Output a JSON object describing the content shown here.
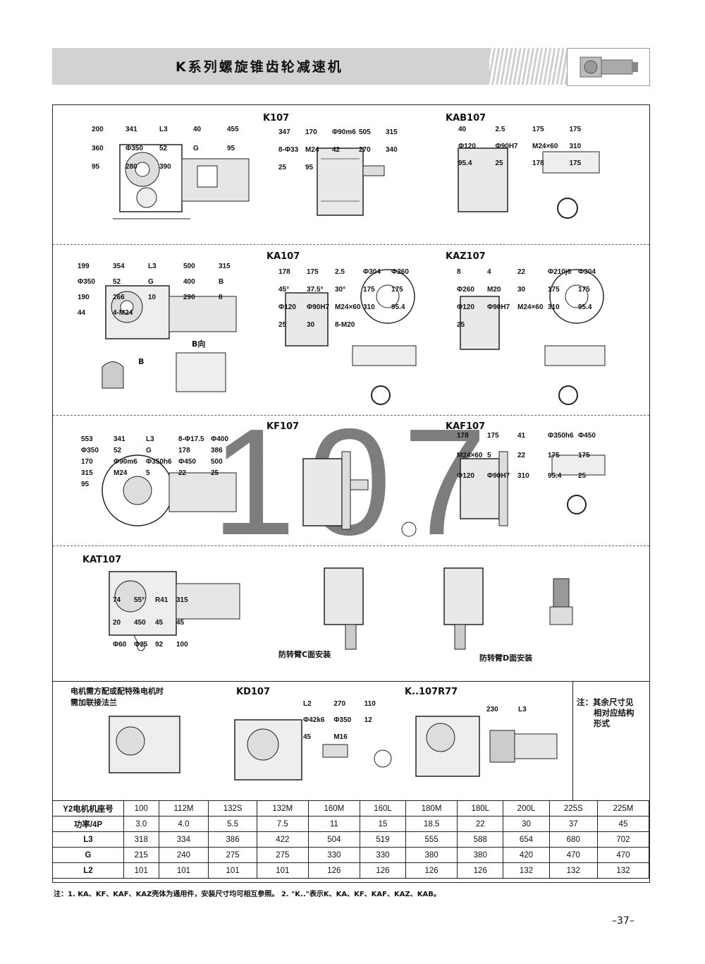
{
  "header": {
    "title": "K系列螺旋锥齿轮减速机"
  },
  "watermark": "107",
  "models": {
    "k107": "K107",
    "kab107": "KAB107",
    "ka107": "KA107",
    "kaz107": "KAZ107",
    "kf107": "KF107",
    "kaf107": "KAF107",
    "kat107": "KAT107",
    "kd107": "KD107",
    "k107r77": "K..107R77"
  },
  "labels": {
    "b_dir": "B向",
    "b": "B",
    "c_mount": "防转臂C面安装",
    "d_mount": "防转臂D面安装",
    "flange_note": [
      "电机需方配或配特殊电机时",
      "需加联接法兰"
    ],
    "side_note": [
      "注：其余尺寸见",
      "相对应结构",
      "形式"
    ]
  },
  "dims": {
    "k107": [
      "200",
      "341",
      "L3",
      "40",
      "455",
      "360",
      "Φ350",
      "52",
      "G",
      "95",
      "95",
      "280",
      "390"
    ],
    "k107_side": [
      "347",
      "170",
      "Φ90m6",
      "505",
      "315",
      "8-Φ33",
      "M24",
      "42",
      "270",
      "340",
      "25",
      "95"
    ],
    "kab107": [
      "40",
      "2.5",
      "175",
      "175",
      "Φ120",
      "Φ90H7",
      "M24×60",
      "310",
      "95.4",
      "25",
      "178",
      "175"
    ],
    "ka107": [
      "199",
      "354",
      "L3",
      "500",
      "315",
      "Φ350",
      "52",
      "G",
      "400",
      "B",
      "190",
      "266",
      "10",
      "290",
      "8",
      "44",
      "4-M24"
    ],
    "ka107_side": [
      "178",
      "175",
      "2.5",
      "Φ304",
      "Φ260",
      "45°",
      "37.5°",
      "30°",
      "175",
      "175",
      "Φ120",
      "Φ90H7",
      "M24×60",
      "310",
      "95.4",
      "25",
      "30",
      "8-M20"
    ],
    "kaz107": [
      "8",
      "4",
      "22",
      "Φ210j6",
      "Φ304",
      "Φ260",
      "M20",
      "30",
      "175",
      "175",
      "Φ120",
      "Φ90H7",
      "M24×60",
      "310",
      "95.4",
      "25"
    ],
    "kf107": [
      "553",
      "341",
      "L3",
      "8-Φ17.5",
      "Φ400",
      "Φ350",
      "52",
      "G",
      "178",
      "386",
      "170",
      "Φ90m6",
      "Φ350h6",
      "Φ450",
      "500",
      "315",
      "M24",
      "5",
      "22",
      "25",
      "95"
    ],
    "kaf107": [
      "178",
      "175",
      "41",
      "Φ350h6",
      "Φ450",
      "M24×60",
      "5",
      "22",
      "175",
      "175",
      "Φ120",
      "Φ90H7",
      "310",
      "95.4",
      "25"
    ],
    "kat107": [
      "74",
      "55°",
      "R41",
      "315",
      "20",
      "450",
      "45",
      "45",
      "Φ60",
      "Φ25",
      "92",
      "100"
    ],
    "kd107": [
      "L2",
      "270",
      "110",
      "Φ42k6",
      "Φ350",
      "12",
      "45",
      "M16"
    ],
    "k107r77": [
      "230",
      "L3"
    ]
  },
  "table": {
    "rows": [
      {
        "head": "Y2电机机座号",
        "cells": [
          "100",
          "112M",
          "132S",
          "132M",
          "160M",
          "160L",
          "180M",
          "180L",
          "200L",
          "225S",
          "225M"
        ]
      },
      {
        "head": "功率/4P",
        "cells": [
          "3.0",
          "4.0",
          "5.5",
          "7.5",
          "11",
          "15",
          "18.5",
          "22",
          "30",
          "37",
          "45"
        ]
      },
      {
        "head": "L3",
        "cells": [
          "318",
          "334",
          "386",
          "422",
          "504",
          "519",
          "555",
          "588",
          "654",
          "680",
          "702"
        ]
      },
      {
        "head": "G",
        "cells": [
          "215",
          "240",
          "275",
          "275",
          "330",
          "330",
          "380",
          "380",
          "420",
          "470",
          "470"
        ]
      },
      {
        "head": "L2",
        "cells": [
          "101",
          "101",
          "101",
          "101",
          "126",
          "126",
          "126",
          "126",
          "132",
          "132",
          "132"
        ]
      }
    ]
  },
  "footnote": "注：1. KA、KF、KAF、KAZ壳体为通用件，安装尺寸均可相互参照。  2. \"K..\"表示K、KA、KF、KAF、KAZ、KAB。",
  "page_number": "–37–"
}
